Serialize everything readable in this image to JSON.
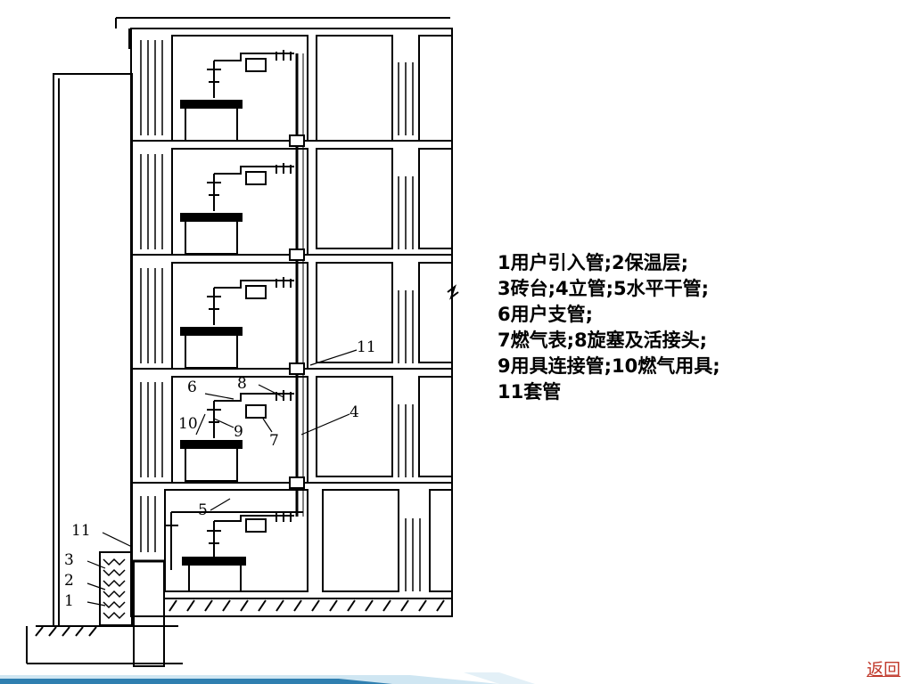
{
  "legend": [
    "1用户引入管;2保温层;",
    "3砖台;4立管;5水平干管;",
    "6用户支管;",
    "7燃气表;8旋塞及活接头;",
    "9用具连接管;10燃气用具;",
    "11套管"
  ],
  "callouts": {
    "c1": "1",
    "c2": "2",
    "c3": "3",
    "c4": "4",
    "c5": "5",
    "c6": "6",
    "c7": "7",
    "c8": "8",
    "c9": "9",
    "c10": "10",
    "c11_top": "11",
    "c11_bottom": "11"
  },
  "nav": {
    "back": "返回"
  },
  "colors": {
    "band_light": "#cfe6f2",
    "band_dark": "#2f7fb0",
    "link": "#c0392b"
  }
}
